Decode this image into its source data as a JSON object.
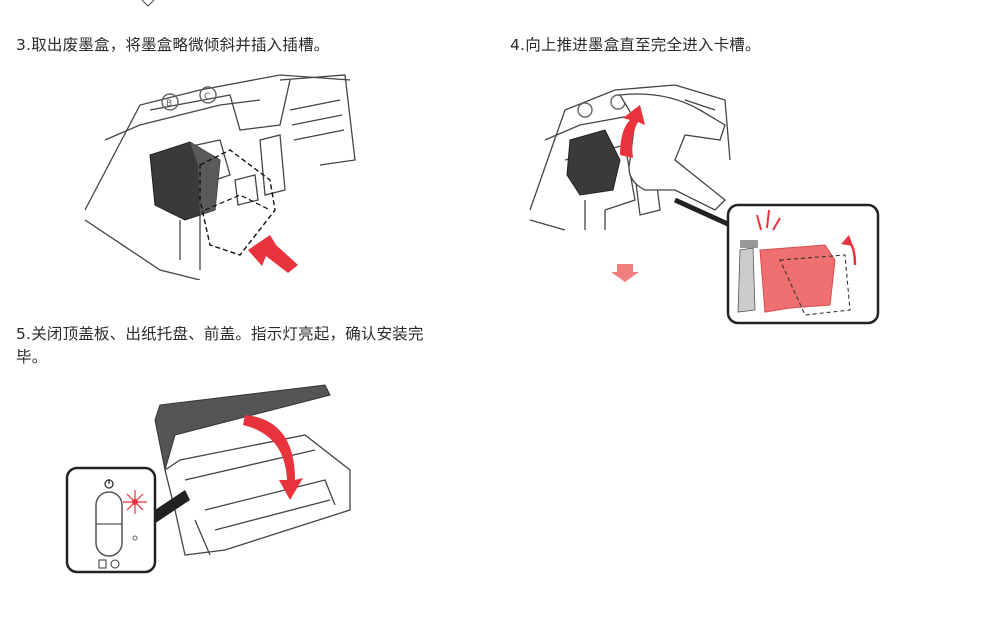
{
  "steps": [
    {
      "text": "3.取出废墨盒，将墨盒略微倾斜并插入插槽。"
    },
    {
      "text": "4.向上推进墨盒直至完全进入卡槽。"
    },
    {
      "text": "5.关闭顶盖板、出纸托盘、前盖。指示灯亮起，确认安装完毕。"
    }
  ],
  "labels": {
    "slot_b": "B",
    "slot_c": "C"
  },
  "colors": {
    "accent_red": "#e8323c",
    "ink_pink": "#ef7070",
    "line": "#444444"
  },
  "icons": [
    "power-icon",
    "ink-icon",
    "stop-icon"
  ]
}
